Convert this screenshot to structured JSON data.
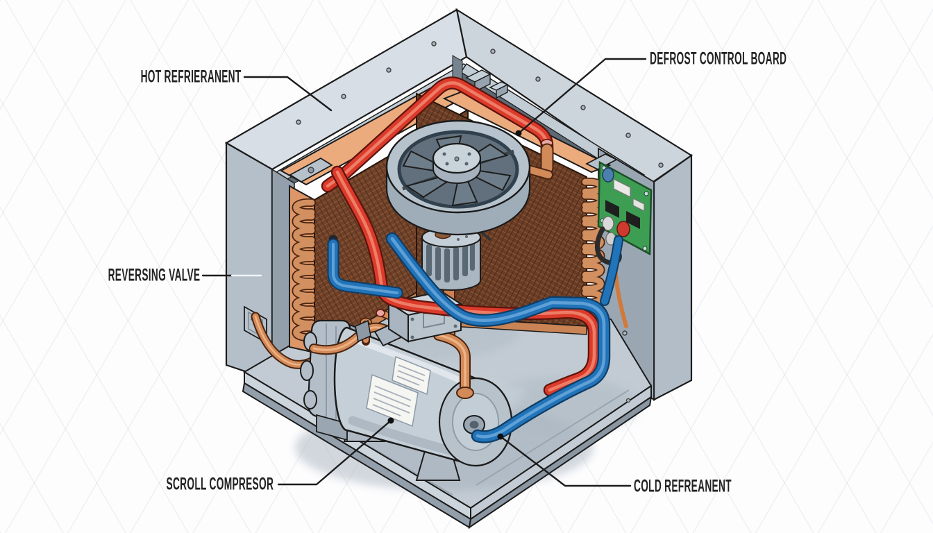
{
  "diagram": {
    "subject": "heat-pump outdoor unit cutaway",
    "labels": {
      "hot_refrigerant": "HOT REFRIERANENT",
      "defrost_control_board": "DEFROST CONTROL BOARD",
      "reversing_valve": "REVERSING VALVE",
      "scroll_compressor": "SCROLL COMPRESOR",
      "cold_refrigerant": "COLD REFREANENT"
    },
    "colors": {
      "background": "#fdfdfe",
      "hot_pipe": "#dc3b2c",
      "cold_pipe": "#2274b9",
      "copper_pipe": "#d28a59",
      "cabinet_panel": "#d7dee5",
      "coil_fin": "#6f4129",
      "control_board": "#3d9e53",
      "label_text": "#222222",
      "leader_line": "#1c1c1c"
    }
  }
}
